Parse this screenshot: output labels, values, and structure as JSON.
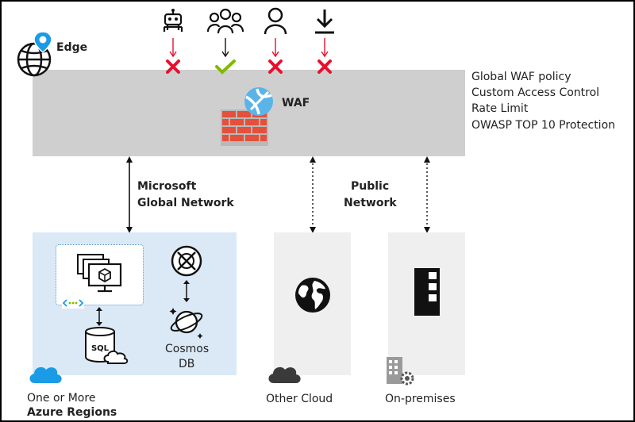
{
  "edge": {
    "label": "Edge"
  },
  "waf": {
    "label": "WAF",
    "features": [
      "Global WAF policy",
      "Custom Access Control",
      "Rate Limit",
      "OWASP TOP 10 Protection"
    ]
  },
  "traffic": [
    {
      "icon": "bot-icon",
      "result": "blocked"
    },
    {
      "icon": "users-group-icon",
      "result": "allowed"
    },
    {
      "icon": "user-icon",
      "result": "blocked"
    },
    {
      "icon": "download-icon",
      "result": "blocked"
    }
  ],
  "networks": {
    "microsoft": [
      "Microsoft",
      "Global Network"
    ],
    "public": [
      "Public",
      "Network"
    ]
  },
  "regions": {
    "azure": {
      "line1": "One or More",
      "line2": "Azure Regions"
    },
    "cosmos": [
      "Cosmos",
      "DB"
    ],
    "sql": "SQL",
    "other_cloud": "Other Cloud",
    "on_premises": "On-premises"
  },
  "colors": {
    "waf_band": "#cfcfcf",
    "azure_panel": "#dbe9f6",
    "cloud_panel": "#efefef",
    "blocked": "#e8112d",
    "allowed": "#7fba00",
    "azure_blue": "#0078d4",
    "brick": "#e4503a"
  }
}
